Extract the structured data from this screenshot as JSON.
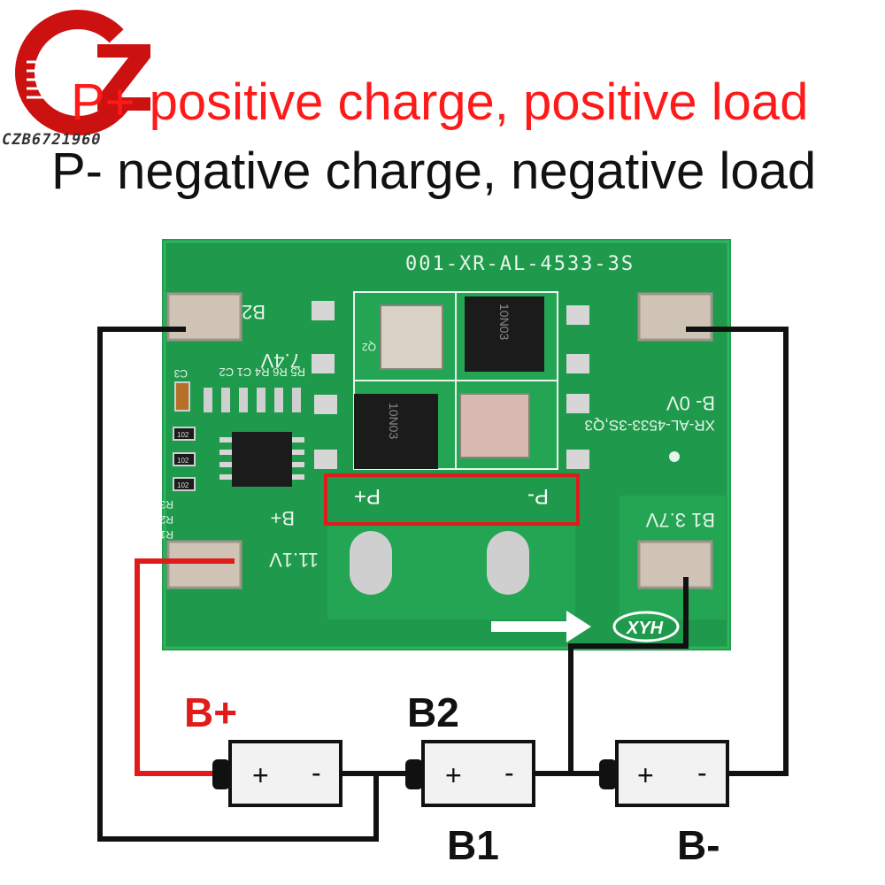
{
  "header": {
    "line1": "P+ positive charge, positive load",
    "line2": "P- negative charge, negative load"
  },
  "logo": {
    "text": "CZB6721960"
  },
  "board": {
    "model": "001-XR-AL-4533-3S",
    "pad_b2_label": "B2",
    "pad_b2_voltage": "7.4V",
    "pad_bminus_label": "B- 0V",
    "pad_b1_label": "B1 3.7V",
    "pad_bplus_label": "B+",
    "pad_bplus_voltage": "11.1V",
    "pad_pplus": "P+",
    "pad_pminus": "P-",
    "side_text": "XR-AL-4533-3S,Q3",
    "q2_label": "Q2",
    "mosfet_text": "10N03",
    "silk_r5r6": "R5 R6 R4 C1 C2",
    "silk_c3": "C3",
    "silk_r1": "R1",
    "silk_r2": "R2",
    "silk_r3": "R3",
    "res_code_1": "102",
    "res_code_2": "102",
    "res_code_3": "102",
    "brand": "XYH"
  },
  "batteries": {
    "plus": "+",
    "minus": "-"
  },
  "labels": {
    "bplus": "B+",
    "b2": "B2",
    "b1": "B1",
    "bminus": "B-"
  },
  "colors": {
    "pcb": "#1f9a4c",
    "highlight": "#e01b1b",
    "wire_black": "#111111",
    "wire_red": "#e01b1b"
  }
}
